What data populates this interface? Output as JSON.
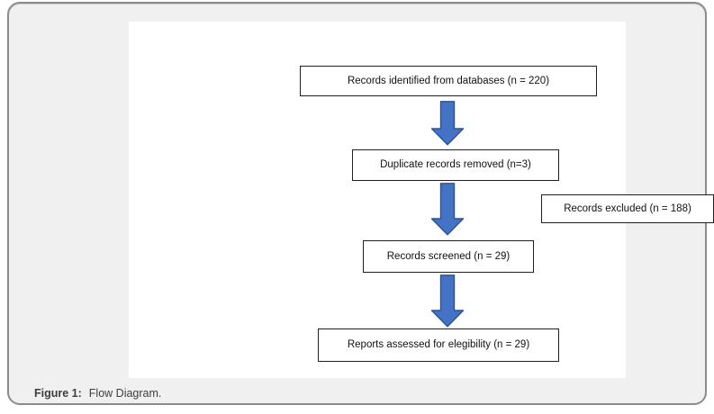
{
  "figure": {
    "caption_label": "Figure 1:",
    "caption_text": "Flow Diagram."
  },
  "flowchart": {
    "nodes": {
      "identified": {
        "label": "Records identified from databases (n = 220)"
      },
      "duplicates": {
        "label": "Duplicate records removed (n=3)"
      },
      "excluded": {
        "label": "Records excluded (n = 188)"
      },
      "screened": {
        "label": "Records screened (n = 29)"
      },
      "assessed": {
        "label": "Reports assessed for elegibility (n = 29)"
      }
    },
    "icons": {
      "arrow_1": "down-block-arrow-icon",
      "arrow_2": "down-block-arrow-icon",
      "arrow_3": "down-block-arrow-icon"
    },
    "colors": {
      "arrow-fill": "#4472C4",
      "arrow-stroke": "#2F528F",
      "box-border": "#1f1f1f",
      "panel-bg": "#ffffff",
      "card-bg": "#f0f0f1",
      "card-border": "#8c8c8c",
      "caption-color": "#3d3d3d"
    }
  }
}
